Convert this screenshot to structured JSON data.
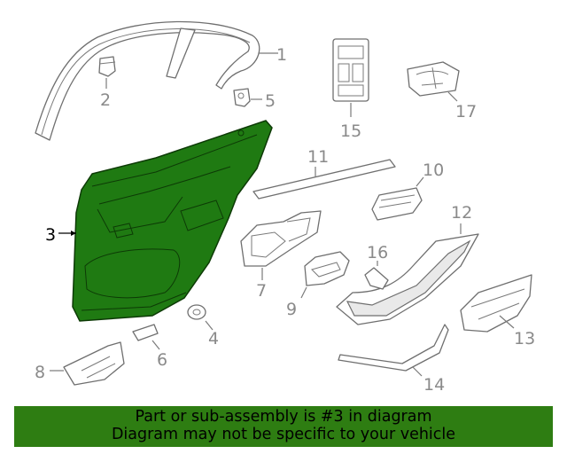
{
  "diagram": {
    "highlight_color": "#1f7a12",
    "callouts": [
      "1",
      "2",
      "3",
      "4",
      "5",
      "6",
      "7",
      "8",
      "9",
      "10",
      "11",
      "12",
      "13",
      "14",
      "15",
      "16",
      "17"
    ],
    "highlighted_callout": "3"
  },
  "banner": {
    "line1": "Part or sub-assembly is #3 in diagram",
    "line2": "Diagram may not be specific to your vehicle",
    "background": "#2e7d12"
  }
}
